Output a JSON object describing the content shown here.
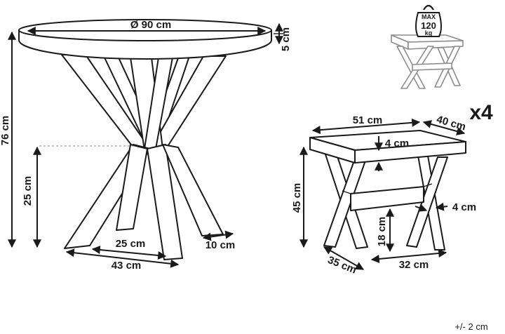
{
  "table": {
    "diameter_label": "Ø 90 cm",
    "top_thickness_label": "5 cm",
    "height_label": "76 cm",
    "cross_height_label": "25 cm",
    "inner_spread_label": "25 cm",
    "outer_spread_label": "43 cm",
    "leg_width_label": "10 cm"
  },
  "stool": {
    "quantity_label": "x4",
    "width_label": "51 cm",
    "depth_label": "40 cm",
    "top_thickness_label": "4 cm",
    "height_label": "45 cm",
    "stretcher_height_label": "18 cm",
    "leg_thickness_label": "4 cm",
    "foot_depth_label": "35 cm",
    "foot_width_label": "32 cm"
  },
  "weight_badge": {
    "line1": "MAX",
    "line2": "120",
    "line3": "kg"
  },
  "tolerance_label": "+/- 2 cm"
}
